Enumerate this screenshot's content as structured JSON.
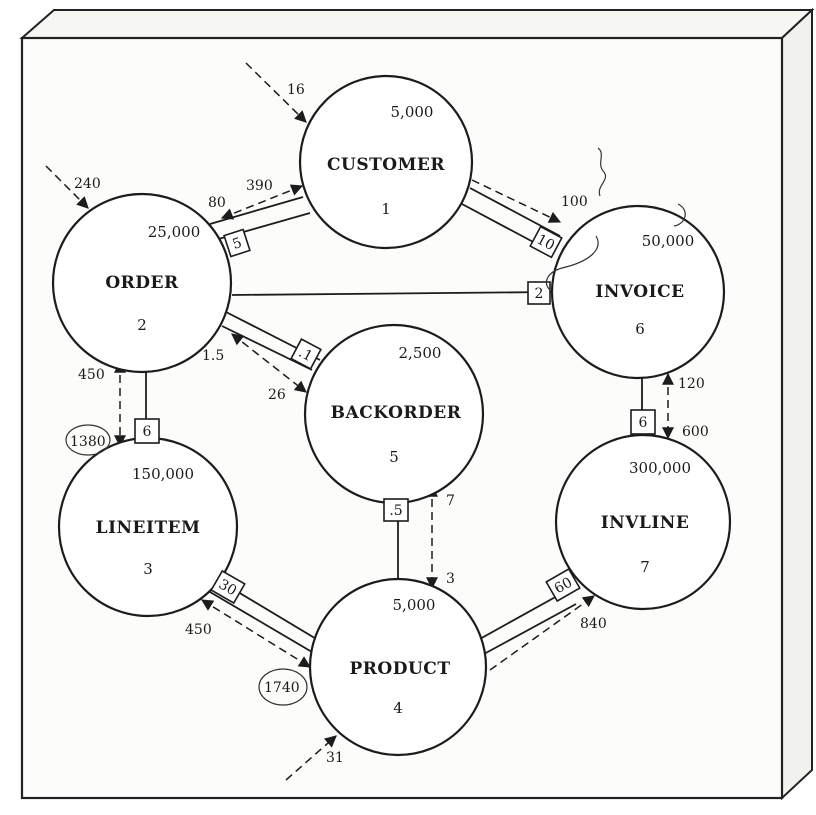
{
  "nodes": [
    {
      "id": "customer",
      "name": "CUSTOMER",
      "number": "1",
      "volume": "5,000"
    },
    {
      "id": "order",
      "name": "ORDER",
      "number": "2",
      "volume": "25,000"
    },
    {
      "id": "lineitem",
      "name": "LINEITEM",
      "number": "3",
      "volume": "150,000"
    },
    {
      "id": "product",
      "name": "PRODUCT",
      "number": "4",
      "volume": "5,000"
    },
    {
      "id": "backorder",
      "name": "BACKORDER",
      "number": "5",
      "volume": "2,500"
    },
    {
      "id": "invoice",
      "name": "INVOICE",
      "number": "6",
      "volume": "50,000"
    },
    {
      "id": "invline",
      "name": "INVLINE",
      "number": "7",
      "volume": "300,000"
    }
  ],
  "ratios": [
    {
      "between": "order-customer",
      "value": "5"
    },
    {
      "between": "customer-invoice",
      "value": "10"
    },
    {
      "between": "order-invoice",
      "value": "2"
    },
    {
      "between": "order-backorder",
      "value": ".1"
    },
    {
      "between": "order-lineitem",
      "value": "6"
    },
    {
      "between": "invoice-invline",
      "value": "6"
    },
    {
      "between": "backorder-product",
      "value": ".5"
    },
    {
      "between": "lineitem-product",
      "value": "30"
    },
    {
      "between": "product-invline",
      "value": "60"
    }
  ],
  "access_counts": [
    {
      "path": "entry-customer",
      "value": "16"
    },
    {
      "path": "entry-order",
      "value": "240"
    },
    {
      "path": "entry-product",
      "value": "31"
    },
    {
      "path": "order-to-customer",
      "value": "80"
    },
    {
      "path": "customer-from-order",
      "value": "390"
    },
    {
      "path": "customer-to-invoice",
      "value": "100"
    },
    {
      "path": "order-to-backorder",
      "value": "1.5"
    },
    {
      "path": "backorder-from-order",
      "value": "26"
    },
    {
      "path": "order-to-lineitem",
      "value": "450"
    },
    {
      "path": "lineitem-from-order",
      "value": "1380"
    },
    {
      "path": "invoice-to-invline",
      "value": "120"
    },
    {
      "path": "invline-from-invoice",
      "value": "600"
    },
    {
      "path": "backorder-to-product",
      "value": "7"
    },
    {
      "path": "product-from-backorder",
      "value": "3"
    },
    {
      "path": "lineitem-to-product",
      "value": "450"
    },
    {
      "path": "product-from-lineitem",
      "value": "1740"
    },
    {
      "path": "product-to-invline",
      "value": "840"
    }
  ]
}
